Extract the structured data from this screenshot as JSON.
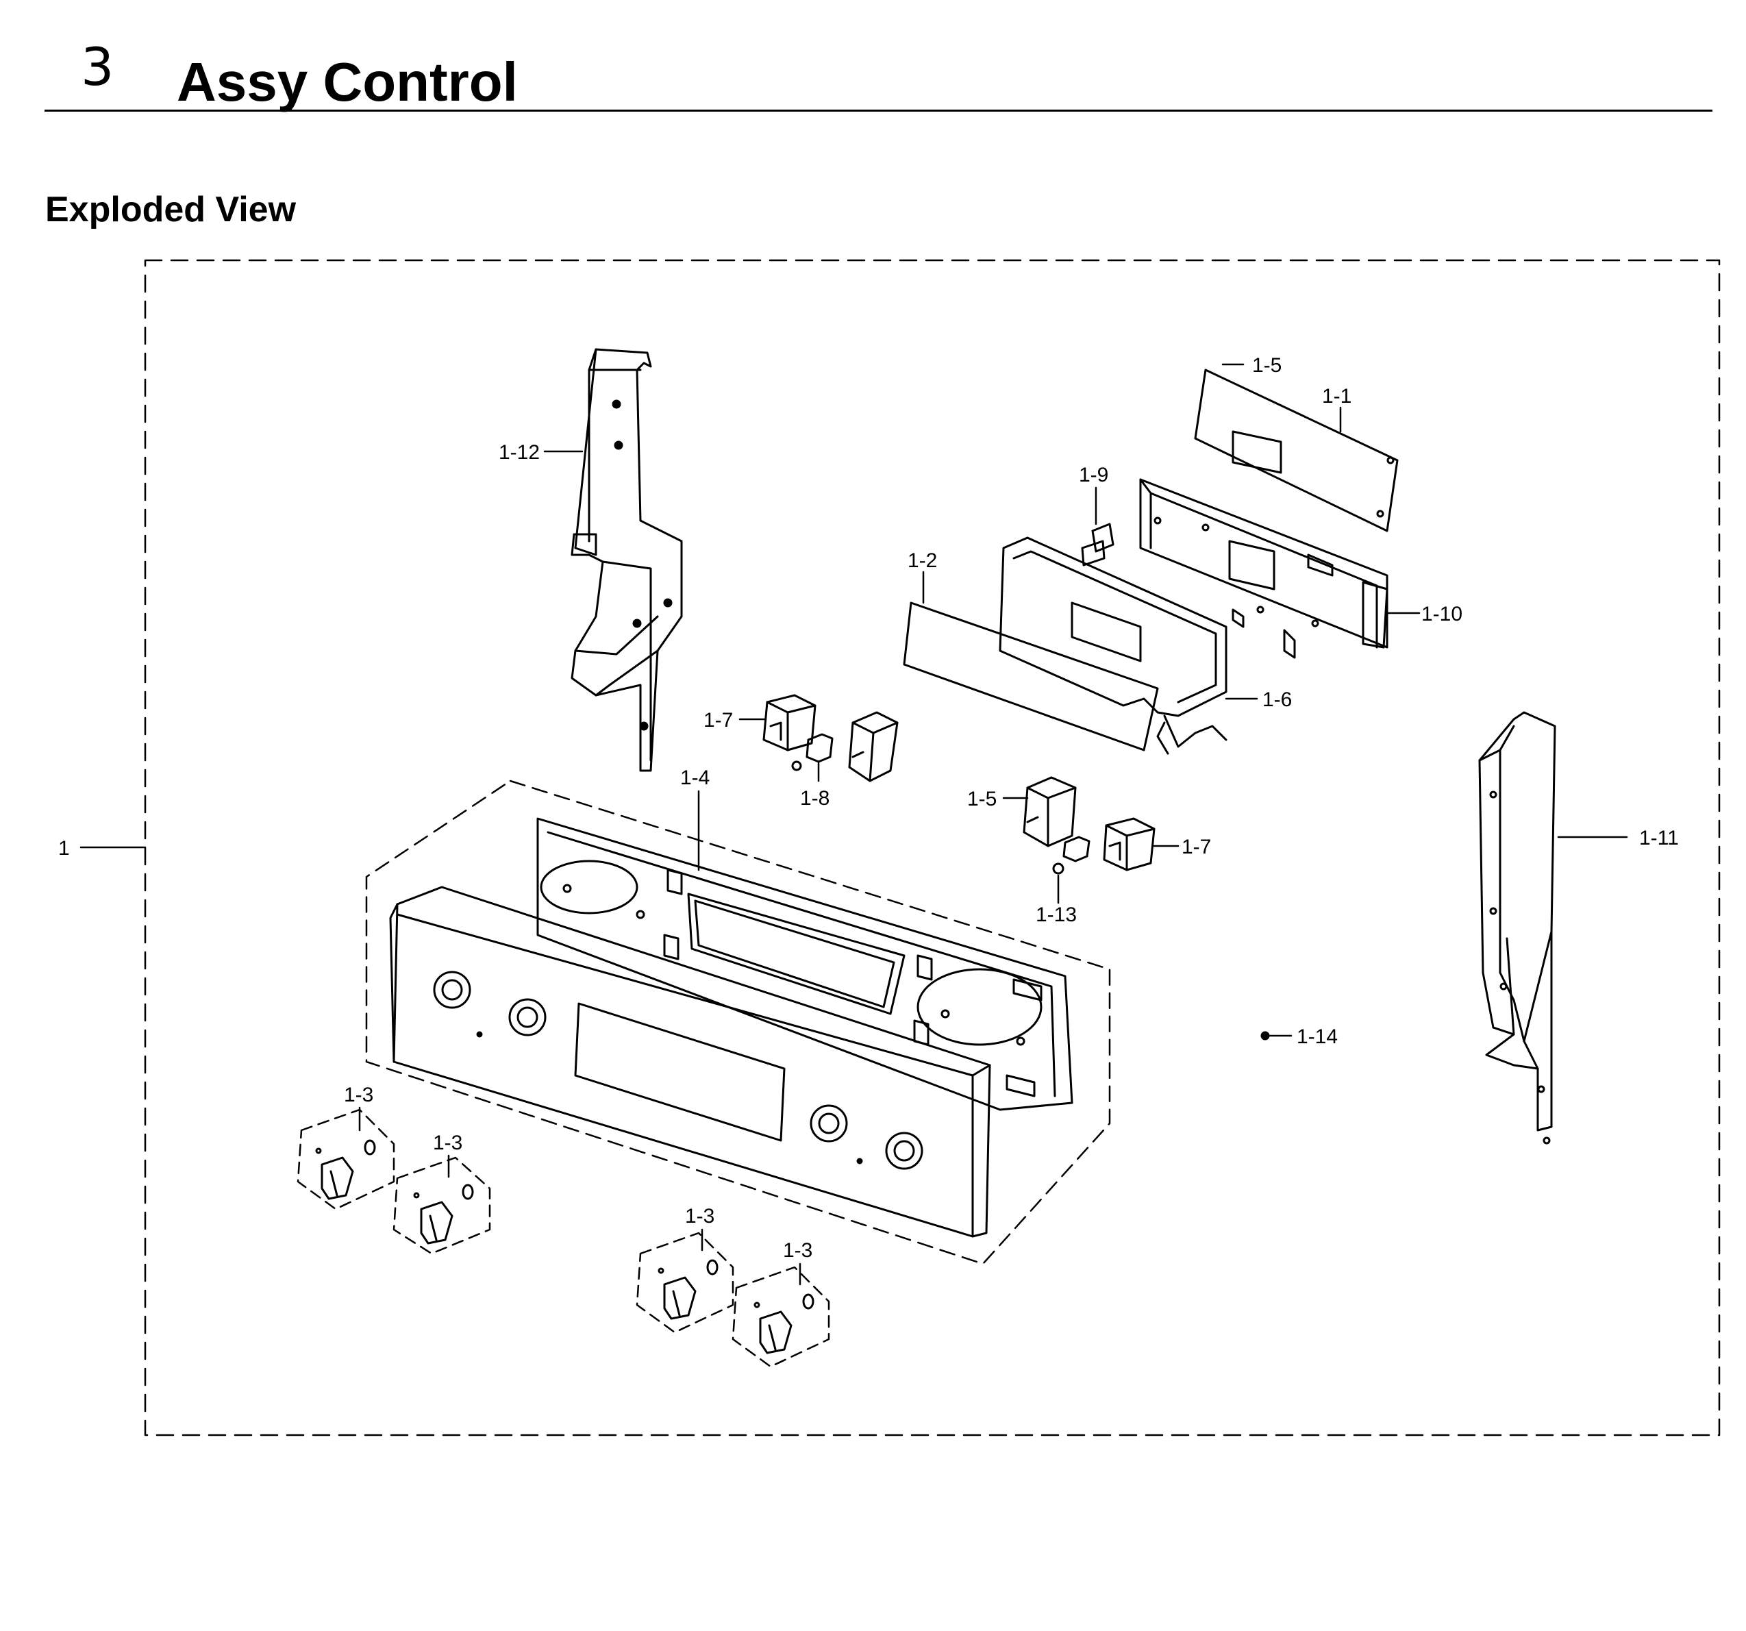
{
  "header": {
    "section_number": "3",
    "section_title": "Assy Control",
    "subtitle": "Exploded View"
  },
  "callouts": {
    "assembly": "1",
    "pcb": "1-1",
    "window": "1-2",
    "knob": "1-3",
    "frame": "1-4",
    "switch": "1-5",
    "bracket_wire": "1-6",
    "valve": "1-7",
    "clip": "1-8",
    "holder": "1-9",
    "pcb_bracket": "1-10",
    "side_right": "1-11",
    "side_left": "1-12",
    "screw": "1-13",
    "screw_small": "1-14"
  }
}
